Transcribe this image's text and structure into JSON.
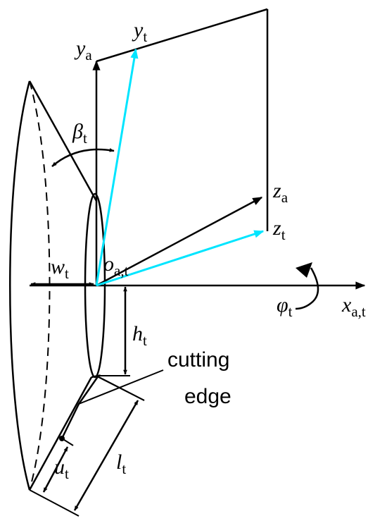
{
  "labels": {
    "y_a": {
      "main": "y",
      "sub": "a"
    },
    "y_t": {
      "main": "y",
      "sub": "t"
    },
    "beta_t": {
      "main": "β",
      "sub": "t"
    },
    "z_a": {
      "main": "z",
      "sub": "a"
    },
    "z_t": {
      "main": "z",
      "sub": "t"
    },
    "w_t": {
      "main": "w",
      "sub": "t"
    },
    "o_at": {
      "main": "o",
      "sub": "a,t"
    },
    "phi_t": {
      "main": "φ",
      "sub": "t"
    },
    "x_at": {
      "main": "x",
      "sub": "a,t"
    },
    "h_t": {
      "main": "h",
      "sub": "t"
    },
    "cutting_edge": [
      "cutting",
      "edge"
    ],
    "l_t": {
      "main": "l",
      "sub": "t"
    },
    "u_t": {
      "main": "u",
      "sub": "t"
    }
  },
  "colors": {
    "line": "#000000",
    "cyan": "#00e5ff"
  }
}
